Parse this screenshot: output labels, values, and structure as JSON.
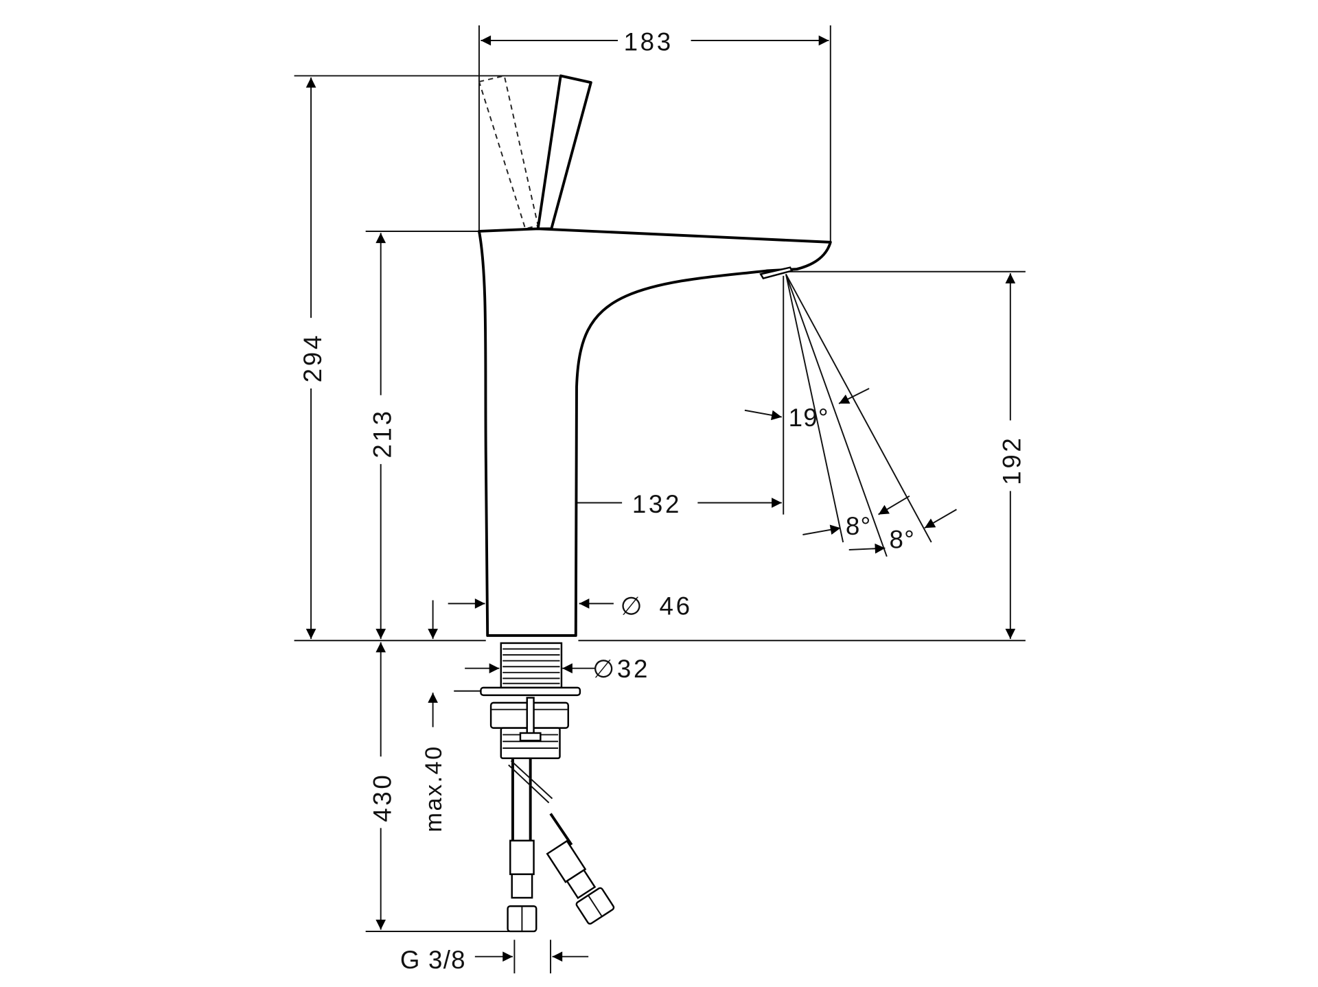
{
  "drawing": {
    "dimensions": {
      "overall_width": "183",
      "overall_height": "294",
      "body_height": "213",
      "spout_height": "192",
      "spout_reach": "132",
      "body_diameter": "∅ 46",
      "shank_diameter": "∅32",
      "hose_length": "430",
      "max_thickness": "max.40",
      "connection": "G 3/8",
      "spray_angle": "19°",
      "spray_angle_a": "8°",
      "spray_angle_b": "8°"
    },
    "colors": {
      "line": "#000000",
      "background": "#ffffff"
    }
  }
}
